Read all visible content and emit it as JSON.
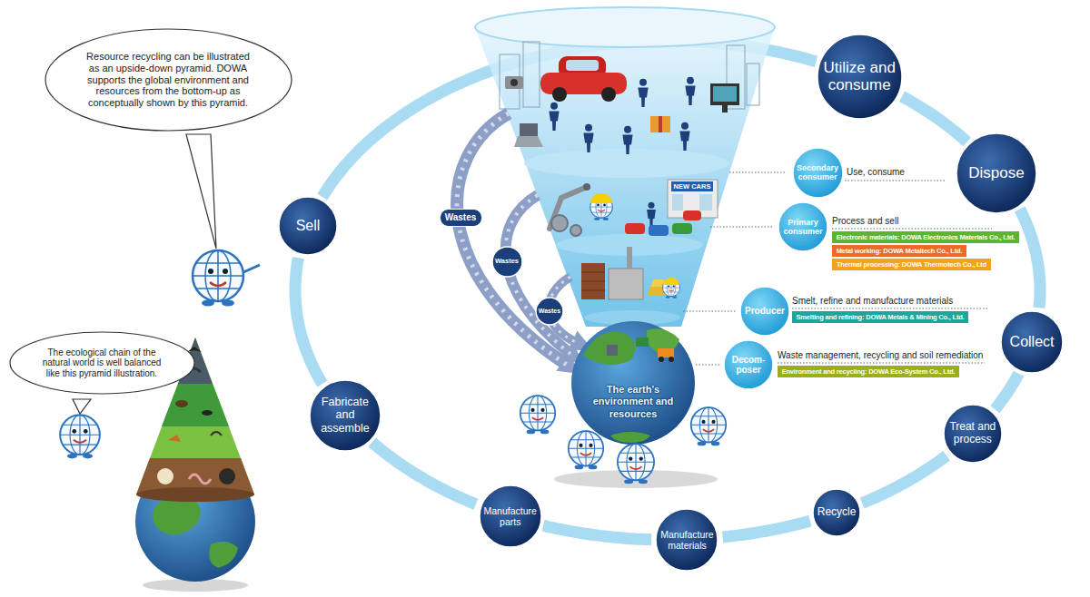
{
  "diagram": {
    "nodes": [
      {
        "text": [
          "Resource recycling can be illustrated as an upside-down pyramid. DOWA supports the global environment and resources from the bottom-up as conceptually shown by this pyramid."
        ]
      },
      {
        "text": [
          "The ecological chain of the natural world is well balanced like this pyramid illustration."
        ]
      },
      {
        "text": [
          "Utilize and consume"
        ]
      },
      {
        "text": [
          "Dispose"
        ]
      },
      {
        "text": [
          "Collect"
        ]
      },
      {
        "text": [
          "Treat and process"
        ]
      },
      {
        "text": [
          "Recycle"
        ]
      },
      {
        "text": [
          "Manufacture materials"
        ]
      },
      {
        "text": [
          "Manufacture parts"
        ]
      },
      {
        "text": [
          "Fabricate and assemble"
        ]
      },
      {
        "text": [
          "Sell"
        ]
      },
      {
        "text": [
          "Wastes"
        ]
      },
      {
        "text": [
          "Wastes"
        ]
      },
      {
        "text": [
          "Wastes"
        ]
      },
      {
        "text": [
          "Secondary consumer"
        ]
      },
      {
        "text": [
          "Primary consumer"
        ]
      },
      {
        "text": [
          "Electronic materials: DOWA Electronics Materials Co., Ltd."
        ]
      },
      {
        "text": [
          "Metal working: DOWA Metaltech Co., Ltd."
        ]
      },
      {
        "text": [
          "Thermal processing: DOWA Thermotech Co., Ltd"
        ]
      },
      {
        "text": [
          "Producer"
        ]
      },
      {
        "text": [
          "Smelting and refining: DOWA Metals & Mining Co., Ltd."
        ]
      },
      {
        "text": [
          "Decom- poser"
        ]
      },
      {
        "text": [
          "Environment and recycling: DOWA Eco-System Co., Ltd."
        ]
      }
    ],
    "edges": [
      {
        "from": 2,
        "to": 3,
        "arrow": "none"
      },
      {
        "from": 3,
        "to": 4,
        "arrow": "none"
      },
      {
        "from": 4,
        "to": 5,
        "arrow": "none"
      },
      {
        "from": 5,
        "to": 6,
        "arrow": "none"
      },
      {
        "from": 6,
        "to": 7,
        "arrow": "none"
      },
      {
        "from": 7,
        "to": 8,
        "arrow": "none"
      },
      {
        "from": 8,
        "to": 9,
        "arrow": "none"
      },
      {
        "from": 9,
        "to": 10,
        "arrow": "none"
      },
      {
        "from": 10,
        "to": 2,
        "arrow": "none"
      }
    ],
    "labels": [
      "NEW CARS",
      "The earth’s environment and resources",
      "Use, consume",
      "Process and sell",
      "Smelt, refine and manufacture materials",
      "Waste management, recycling and soil remediation"
    ]
  }
}
